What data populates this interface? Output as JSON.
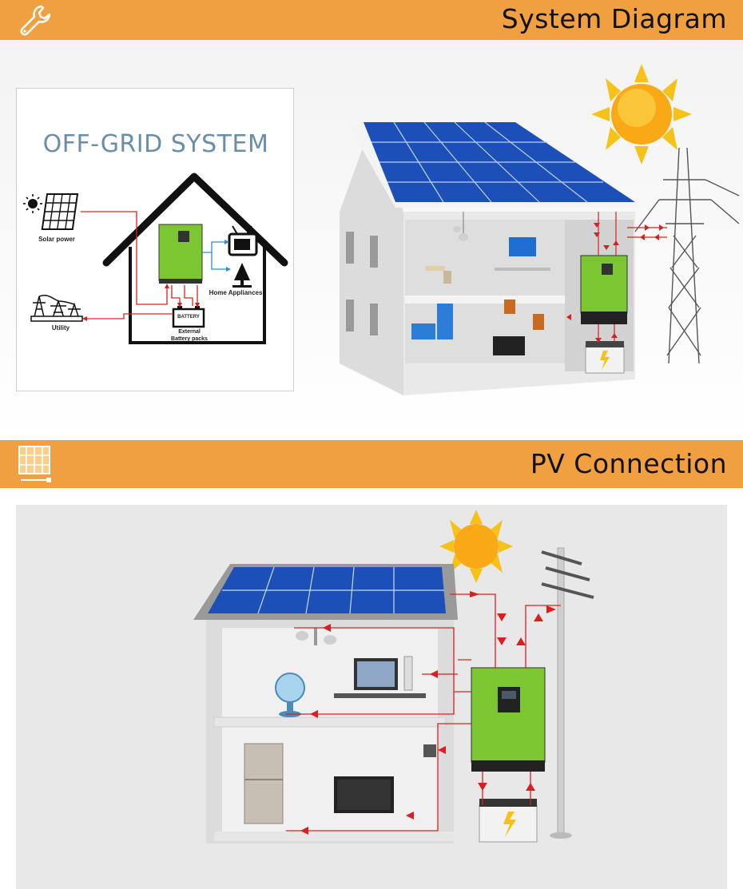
{
  "sections": {
    "system_diagram": {
      "title": "System Diagram",
      "icon": "wrench-icon"
    },
    "pv_connection": {
      "title": "PV Connection",
      "icon": "solar-panel-icon"
    }
  },
  "offgrid": {
    "title": "OFF-GRID SYSTEM",
    "labels": {
      "solar_power": "Solar power",
      "home_appliances": "Home Appliances",
      "utility": "Utility",
      "battery": "BATTERY",
      "external_battery_line1": "External",
      "external_battery_line2": "Battery packs"
    }
  },
  "colors": {
    "banner": "#f0a040",
    "inverter_green": "#7cc631",
    "wire_red": "#d92020",
    "wire_blue": "#2a8fd0",
    "offgrid_title": "#6a8ea8"
  }
}
